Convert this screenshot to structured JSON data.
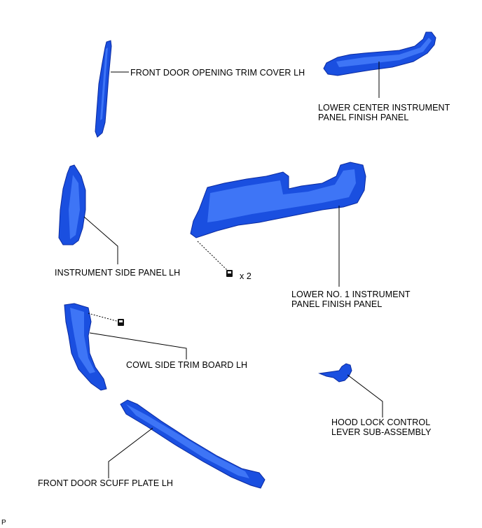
{
  "labels": {
    "front_door_opening_trim_cover": "FRONT DOOR OPENING TRIM COVER LH",
    "lower_center_panel_line1": "LOWER CENTER INSTRUMENT",
    "lower_center_panel_line2": "PANEL FINISH PANEL",
    "instrument_side_panel": "INSTRUMENT SIDE PANEL LH",
    "lower_no1_panel_line1": "LOWER NO. 1 INSTRUMENT",
    "lower_no1_panel_line2": "PANEL FINISH PANEL",
    "screw_qty": "x 2",
    "cowl_side_trim": "COWL SIDE TRIM BOARD LH",
    "hood_lock_line1": "HOOD LOCK CONTROL",
    "hood_lock_line2": "LEVER SUB-ASSEMBLY",
    "front_door_scuff_plate": "FRONT DOOR SCUFF PLATE LH",
    "corner_mark": "P"
  },
  "colors": {
    "part_fill": "#1a4fe0",
    "part_stroke": "#0a2aa0",
    "leader_line": "#000000",
    "background": "#ffffff"
  }
}
